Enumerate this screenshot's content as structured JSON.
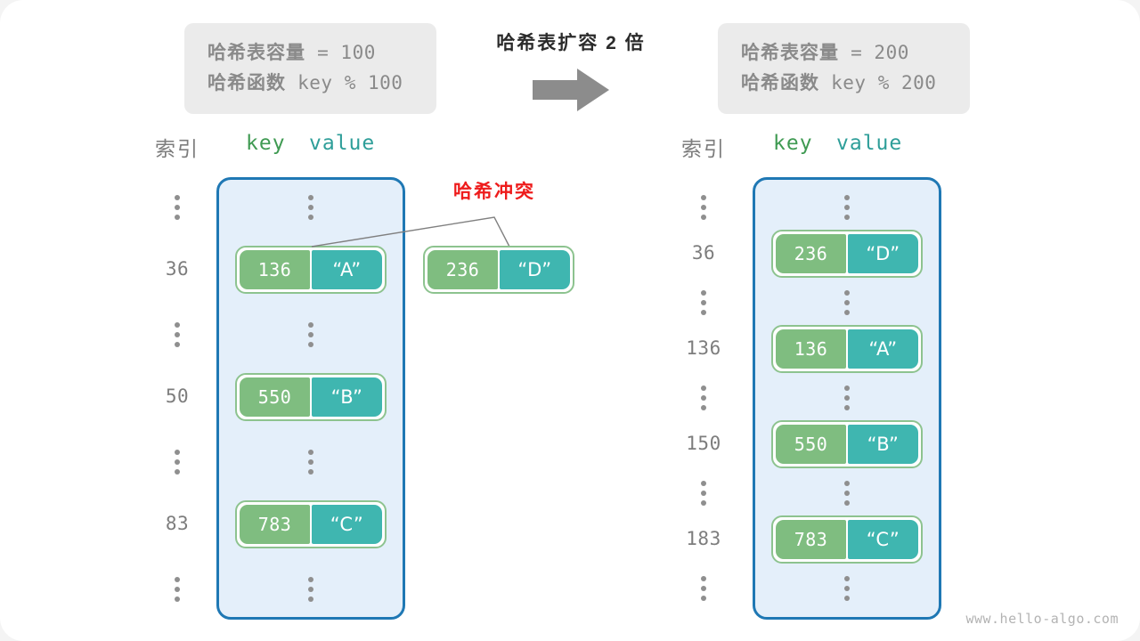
{
  "watermark": "www.hello-algo.com",
  "transition": {
    "title": "哈希表扩容 2 倍",
    "arrow_icon": "right-arrow-icon",
    "arrow_color": "#8c8c8c"
  },
  "colors": {
    "panel_border": "#1f78b4",
    "panel_fill": "#e4effa",
    "key_cell": "#7fbd80",
    "value_cell": "#3fb6b0",
    "pair_border": "#8dc38f",
    "index_text": "#7d7d7d",
    "collision_red": "#ee1c1c",
    "infobox_bg": "#ebebeb"
  },
  "before": {
    "info": {
      "capacity_label": "哈希表容量",
      "capacity_value": " = 100",
      "hash_label": "哈希函数",
      "hash_value": " key % 100"
    },
    "headers": {
      "index": "索引",
      "key": "key",
      "value": "value"
    },
    "rows": [
      {
        "index": "⋮",
        "type": "ellipsis"
      },
      {
        "index": "36",
        "type": "pair",
        "key": "136",
        "value": "“A”"
      },
      {
        "index": "⋮",
        "type": "ellipsis"
      },
      {
        "index": "50",
        "type": "pair",
        "key": "550",
        "value": "“B”"
      },
      {
        "index": "⋮",
        "type": "ellipsis"
      },
      {
        "index": "83",
        "type": "pair",
        "key": "783",
        "value": "“C”"
      },
      {
        "index": "⋮",
        "type": "ellipsis"
      }
    ],
    "collision": {
      "label": "哈希冲突",
      "pending_key": "236",
      "pending_value": "“D”"
    }
  },
  "after": {
    "info": {
      "capacity_label": "哈希表容量",
      "capacity_value": " = 200",
      "hash_label": "哈希函数",
      "hash_value": " key % 200"
    },
    "headers": {
      "index": "索引",
      "key": "key",
      "value": "value"
    },
    "rows": [
      {
        "index": "⋮",
        "type": "ellipsis"
      },
      {
        "index": "36",
        "type": "pair",
        "key": "236",
        "value": "“D”"
      },
      {
        "index": "⋮",
        "type": "ellipsis"
      },
      {
        "index": "136",
        "type": "pair",
        "key": "136",
        "value": "“A”"
      },
      {
        "index": "⋮",
        "type": "ellipsis"
      },
      {
        "index": "150",
        "type": "pair",
        "key": "550",
        "value": "“B”"
      },
      {
        "index": "⋮",
        "type": "ellipsis"
      },
      {
        "index": "183",
        "type": "pair",
        "key": "783",
        "value": "“C”"
      },
      {
        "index": "⋮",
        "type": "ellipsis"
      }
    ]
  }
}
